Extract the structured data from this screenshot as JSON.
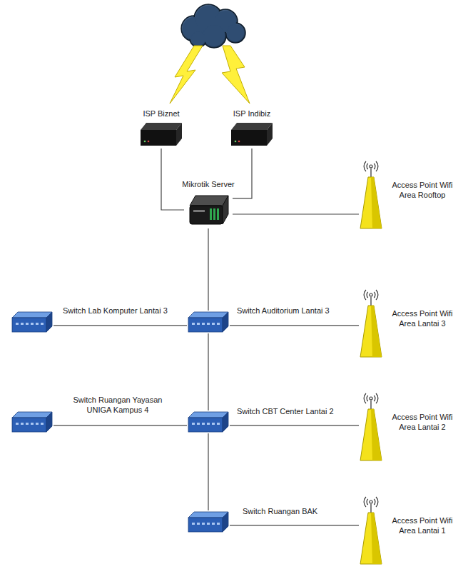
{
  "diagram": {
    "nodes": [
      {
        "text": [
          "ISP Biznet"
        ]
      },
      {
        "text": [
          "ISP Indibiz"
        ]
      },
      {
        "text": [
          "Mikrotik Server"
        ]
      },
      {
        "text": [
          "Access Point Wifi Area Rooftop"
        ]
      },
      {
        "text": [
          "Switch Lab Komputer Lantai 3"
        ]
      },
      {
        "text": [
          "Switch Auditorium Lantai 3"
        ]
      },
      {
        "text": [
          "Access Point Wifi Area Lantai 3"
        ]
      },
      {
        "text": [
          "Switch Ruangan Yayasan UNIGA Kampus 4"
        ]
      },
      {
        "text": [
          "Switch CBT Center Lantai 2"
        ]
      },
      {
        "text": [
          "Access Point Wifi Area Lantai 2"
        ]
      },
      {
        "text": [
          "Switch Ruangan BAK"
        ]
      },
      {
        "text": [
          "Access Point Wifi Area Lantai 1"
        ]
      }
    ],
    "edges": [
      {
        "from": 0,
        "to": 2,
        "arrow": "none"
      },
      {
        "from": 1,
        "to": 2,
        "arrow": "none"
      },
      {
        "from": 2,
        "to": 3,
        "arrow": "none"
      },
      {
        "from": 2,
        "to": 5,
        "arrow": "none"
      },
      {
        "from": 5,
        "to": 4,
        "arrow": "none"
      },
      {
        "from": 5,
        "to": 6,
        "arrow": "none"
      },
      {
        "from": 5,
        "to": 8,
        "arrow": "none"
      },
      {
        "from": 8,
        "to": 7,
        "arrow": "none"
      },
      {
        "from": 8,
        "to": 9,
        "arrow": "none"
      },
      {
        "from": 8,
        "to": 10,
        "arrow": "none"
      },
      {
        "from": 10,
        "to": 11,
        "arrow": "none"
      }
    ]
  }
}
